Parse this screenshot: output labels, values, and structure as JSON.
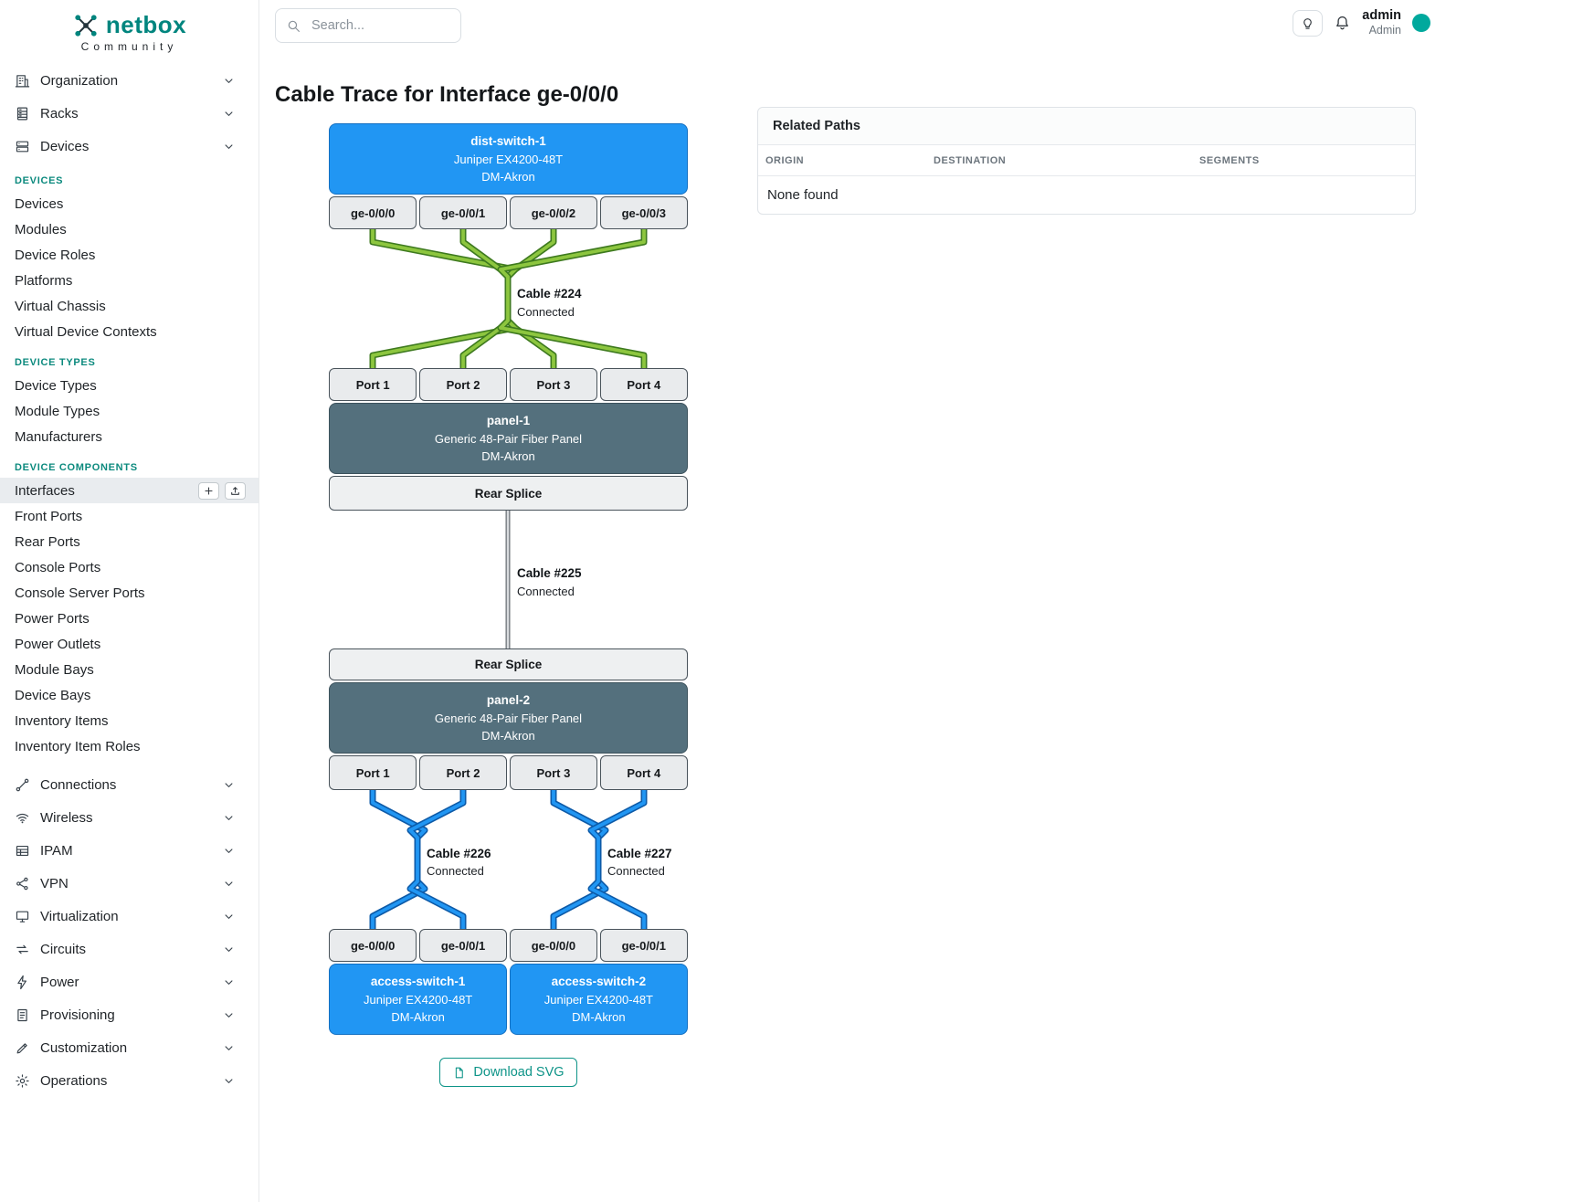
{
  "brand": {
    "logo_text": "netbox",
    "tagline": "Community"
  },
  "header": {
    "search_placeholder": "Search...",
    "user": {
      "name": "admin",
      "role": "Admin"
    }
  },
  "sidebar": {
    "top_items": [
      {
        "label": "Organization",
        "icon": "building-icon"
      },
      {
        "label": "Racks",
        "icon": "rack-icon"
      },
      {
        "label": "Devices",
        "icon": "devices-icon"
      }
    ],
    "sections": [
      {
        "title": "DEVICES",
        "items": [
          "Devices",
          "Modules",
          "Device Roles",
          "Platforms",
          "Virtual Chassis",
          "Virtual Device Contexts"
        ]
      },
      {
        "title": "DEVICE TYPES",
        "items": [
          "Device Types",
          "Module Types",
          "Manufacturers"
        ]
      },
      {
        "title": "DEVICE COMPONENTS",
        "items": [
          "Interfaces",
          "Front Ports",
          "Rear Ports",
          "Console Ports",
          "Console Server Ports",
          "Power Ports",
          "Power Outlets",
          "Module Bays",
          "Device Bays",
          "Inventory Items",
          "Inventory Item Roles"
        ]
      }
    ],
    "bottom_items": [
      "Connections",
      "Wireless",
      "IPAM",
      "VPN",
      "Virtualization",
      "Circuits",
      "Power",
      "Provisioning",
      "Customization",
      "Operations"
    ]
  },
  "page": {
    "title": "Cable Trace for Interface ge-0/0/0"
  },
  "trace": {
    "top_device": {
      "name": "dist-switch-1",
      "model": "Juniper EX4200-48T",
      "site": "DM-Akron"
    },
    "top_interfaces": [
      "ge-0/0/0",
      "ge-0/0/1",
      "ge-0/0/2",
      "ge-0/0/3"
    ],
    "panel1": {
      "name": "panel-1",
      "model": "Generic 48-Pair Fiber Panel",
      "site": "DM-Akron"
    },
    "panel1_ports": [
      "Port 1",
      "Port 2",
      "Port 3",
      "Port 4"
    ],
    "splice_top": "Rear Splice",
    "splice_bottom": "Rear Splice",
    "panel2": {
      "name": "panel-2",
      "model": "Generic 48-Pair Fiber Panel",
      "site": "DM-Akron"
    },
    "panel2_ports": [
      "Port 1",
      "Port 2",
      "Port 3",
      "Port 4"
    ],
    "bottom_interfaces": [
      "ge-0/0/0",
      "ge-0/0/1",
      "ge-0/0/0",
      "ge-0/0/1"
    ],
    "switch1": {
      "name": "access-switch-1",
      "model": "Juniper EX4200-48T",
      "site": "DM-Akron"
    },
    "switch2": {
      "name": "access-switch-2",
      "model": "Juniper EX4200-48T",
      "site": "DM-Akron"
    },
    "cables": {
      "c224": {
        "label": "Cable #224",
        "status": "Connected"
      },
      "c225": {
        "label": "Cable #225",
        "status": "Connected"
      },
      "c226": {
        "label": "Cable #226",
        "status": "Connected"
      },
      "c227": {
        "label": "Cable #227",
        "status": "Connected"
      }
    },
    "download_label": "Download SVG"
  },
  "related": {
    "title": "Related Paths",
    "columns": [
      "ORIGIN",
      "DESTINATION",
      "SEGMENTS"
    ],
    "empty": "None found"
  },
  "icons": [
    "search-icon",
    "lightbulb-icon",
    "bell-icon",
    "building-icon",
    "rack-icon",
    "devices-icon",
    "connections-icon",
    "wifi-icon",
    "ipam-icon",
    "vpn-icon",
    "virtualization-icon",
    "circuits-icon",
    "power-icon",
    "provisioning-icon",
    "customization-icon",
    "operations-icon",
    "chevron-down-icon",
    "plus-icon",
    "import-icon",
    "file-icon",
    "netbox-logo-icon"
  ],
  "colors": {
    "brand_teal": "#00857e",
    "device_blue": "#2196f3",
    "panel_slate": "#54707d",
    "cable_green": "#8dc63f",
    "cable_blue": "#2196f3",
    "cable_gray": "#d9dcdf",
    "selected_bg": "#e9ecef",
    "download_teal": "#0e9488"
  }
}
